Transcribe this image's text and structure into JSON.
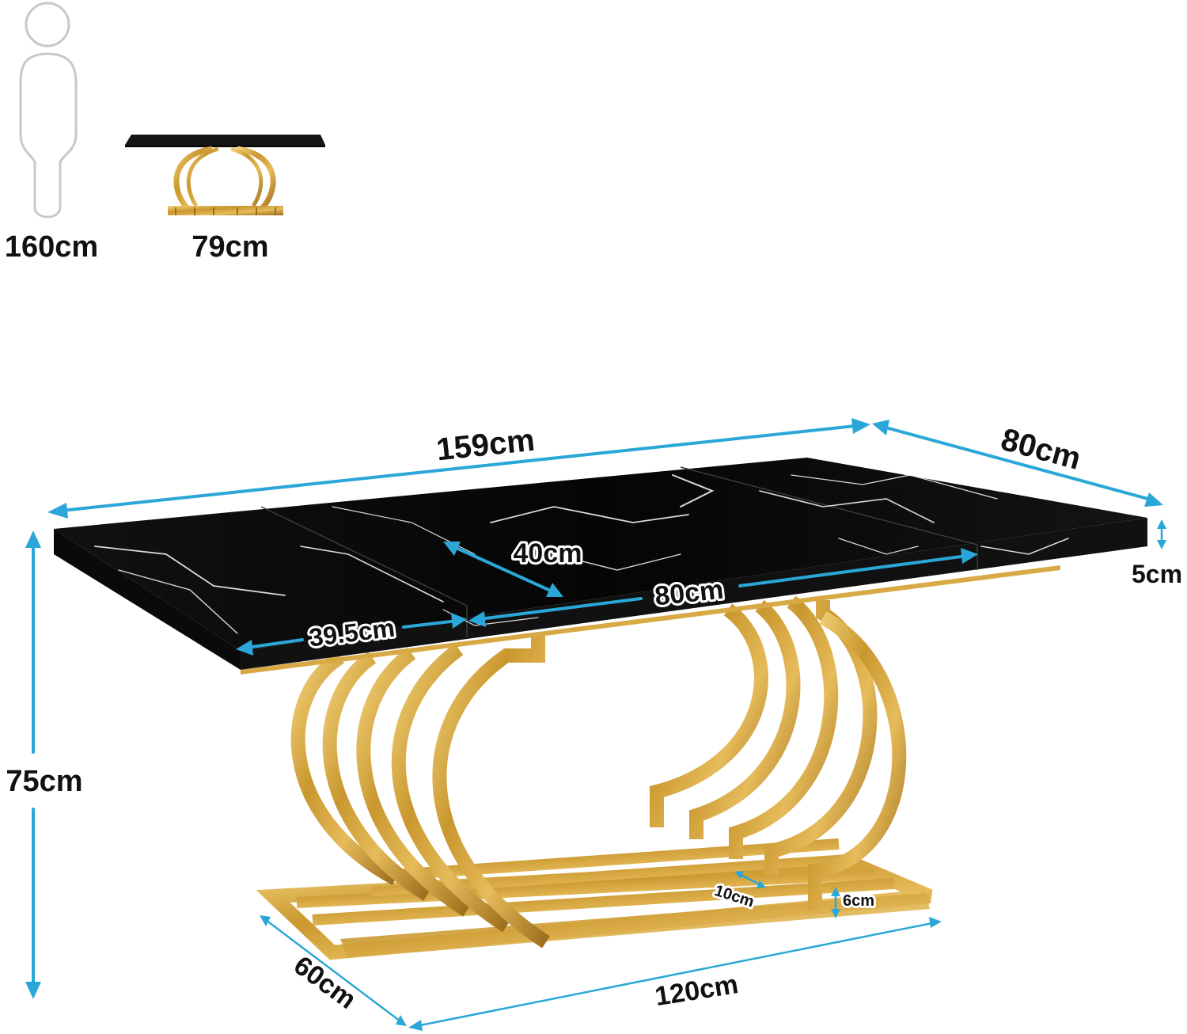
{
  "scale": {
    "person_height": "160cm",
    "table_height": "79cm"
  },
  "dimensions": {
    "length": "159cm",
    "depth": "80cm",
    "height": "75cm",
    "top_thickness": "5cm",
    "extension_depth": "40cm",
    "center_width": "80cm",
    "side_width": "39.5cm",
    "base_length": "120cm",
    "base_depth": "60cm",
    "bar_gap": "10cm",
    "bar_height": "6cm"
  },
  "colors": {
    "dimension_line": "#2aa7d8",
    "tabletop": "#0d0d0d",
    "gold": "#c9972e"
  },
  "icons": [
    "person-silhouette-icon",
    "table-thumbnail-icon"
  ]
}
